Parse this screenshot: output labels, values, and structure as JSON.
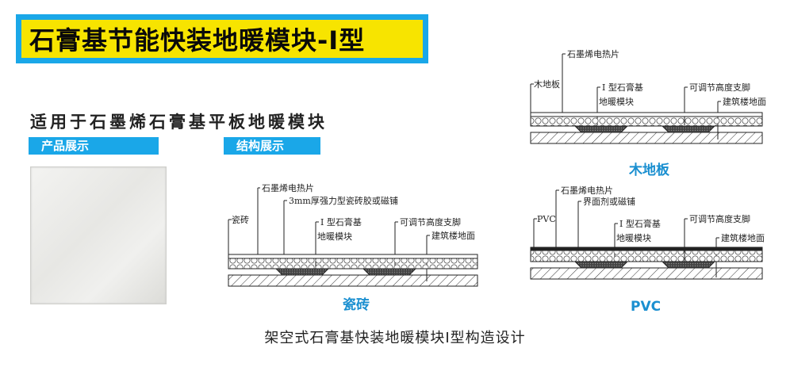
{
  "header": {
    "title": "石膏基节能快装地暖模块-I型"
  },
  "subtitle": "适用于石墨烯石膏基平板地暖模块",
  "tags": {
    "product": "产品展示",
    "structure": "结构展示"
  },
  "diagrams": {
    "tile": {
      "caption": "瓷砖",
      "labels": [
        "石墨烯电热片",
        "3mm厚强力型瓷砖胶或磁铺",
        "瓷砖",
        "I 型石膏基",
        "地暖模块",
        "可调节高度支脚",
        "建筑楼地面"
      ]
    },
    "wood": {
      "caption": "木地板",
      "labels": [
        "石墨烯电热片",
        "木地板",
        "I 型石膏基",
        "地暖模块",
        "可调节高度支脚",
        "建筑楼地面"
      ]
    },
    "pvc": {
      "caption": "PVC",
      "labels": [
        "石墨烯电热片",
        "界面剂或磁铺",
        "PVC",
        "I 型石膏基",
        "地暖模块",
        "可调节高度支脚",
        "建筑楼地面"
      ]
    }
  },
  "footer": "架空式石膏基快装地暖模块I型构造设计",
  "colors": {
    "accent_blue": "#1aa7e8",
    "banner_yellow": "#f7e400",
    "caption_blue": "#1a8fd0"
  }
}
